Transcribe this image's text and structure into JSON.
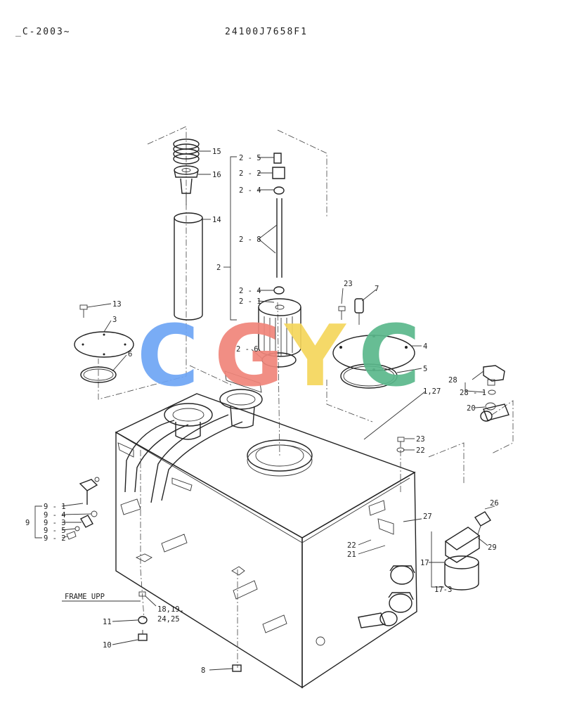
{
  "header": {
    "left": "_C-2003~",
    "right": "24100J7658F1"
  },
  "watermark": {
    "letters": [
      "C",
      "G",
      "Y",
      "C"
    ],
    "colors": [
      "#6ea5f5",
      "#f0857a",
      "#f5d65c",
      "#5bb88c"
    ]
  },
  "labels": {
    "p15": "15",
    "p16": "16",
    "p14": "14",
    "p13": "13",
    "p3": "3",
    "p6": "6",
    "p2": "2",
    "p2_5": "2 - 5",
    "p2_2": "2 - 2",
    "p2_4a": "2 - 4",
    "p2_8": "2 - 8",
    "p2_4b": "2 - 4",
    "p2_1": "2 - 1",
    "p2_6": "2 - 6",
    "p23a": "23",
    "p7": "7",
    "p4": "4",
    "p5": "5",
    "p1_27": "1,27",
    "p28": "28",
    "p28_1": "28 - 1",
    "p20": "20",
    "p23b": "23",
    "p22a": "22",
    "p9": "9",
    "p9_1": "9 - 1",
    "p9_4": "9 - 4",
    "p9_3": "9 - 3",
    "p9_5": "9 - 5",
    "p9_2": "9 - 2",
    "p26": "26",
    "p27": "27",
    "p22b": "22",
    "p21": "21",
    "p29": "29",
    "p17": "17",
    "p17_3": "17-3",
    "frame": "FRAME UPP",
    "p18": "18,19,",
    "p24": "24,25",
    "p11": "11",
    "p10": "10",
    "p8": "8"
  }
}
